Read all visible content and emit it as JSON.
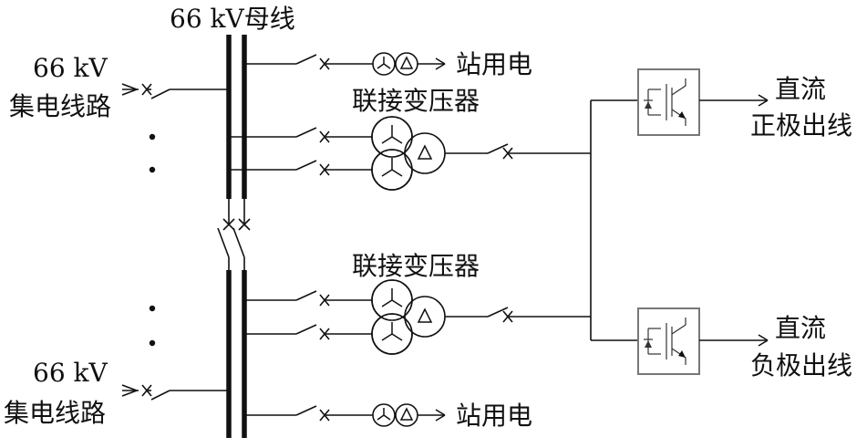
{
  "labels": {
    "bus_title": "66 kV母线",
    "collector_voltage_top": "66 kV",
    "collector_name_top": "集电线路",
    "collector_voltage_bottom": "66 kV",
    "collector_name_bottom": "集电线路",
    "station_service_top": "站用电",
    "station_service_bottom": "站用电",
    "link_transformer_top": "联接变压器",
    "link_transformer_bottom": "联接变压器",
    "dc_positive_line1": "直流",
    "dc_positive_line2": "正极出线",
    "dc_negative_line1": "直流",
    "dc_negative_line2": "负极出线"
  },
  "symbols": {
    "wye": "wye-winding",
    "delta": "delta-winding",
    "breaker": "circuit-breaker",
    "converter": "igbt-converter",
    "ellipsis": "vertical-ellipsis"
  },
  "colors": {
    "line": "#111111",
    "converter_border": "#777777"
  }
}
